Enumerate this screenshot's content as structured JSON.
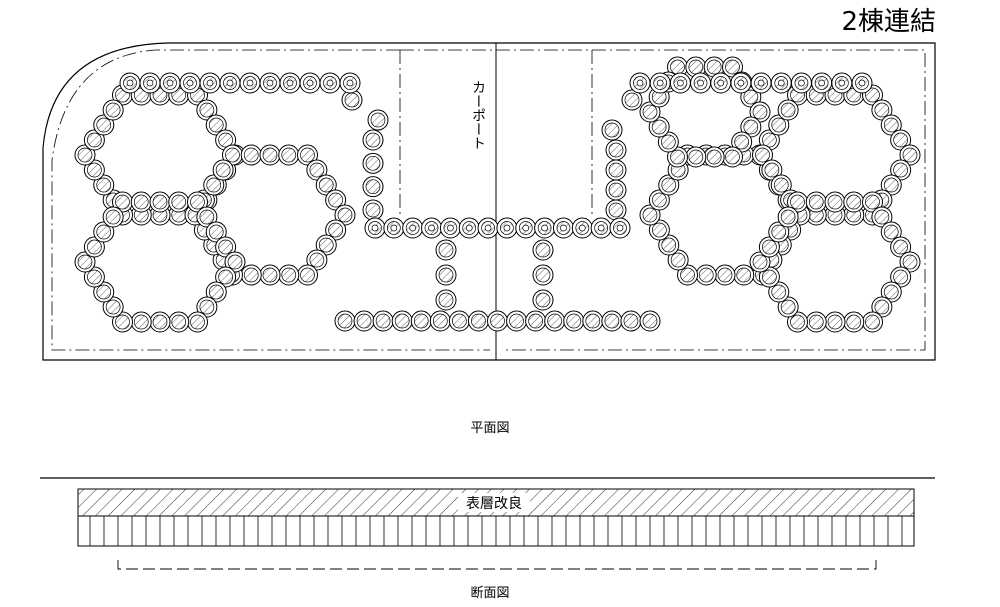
{
  "diagram": {
    "title": "2棟連結",
    "carport_label": "カーポート",
    "plan_caption": "平面図",
    "section_caption": "断面図",
    "surface_label": "表層改良"
  },
  "colors": {
    "line": "#000000",
    "hatch": "#444444",
    "background": "#ffffff"
  }
}
